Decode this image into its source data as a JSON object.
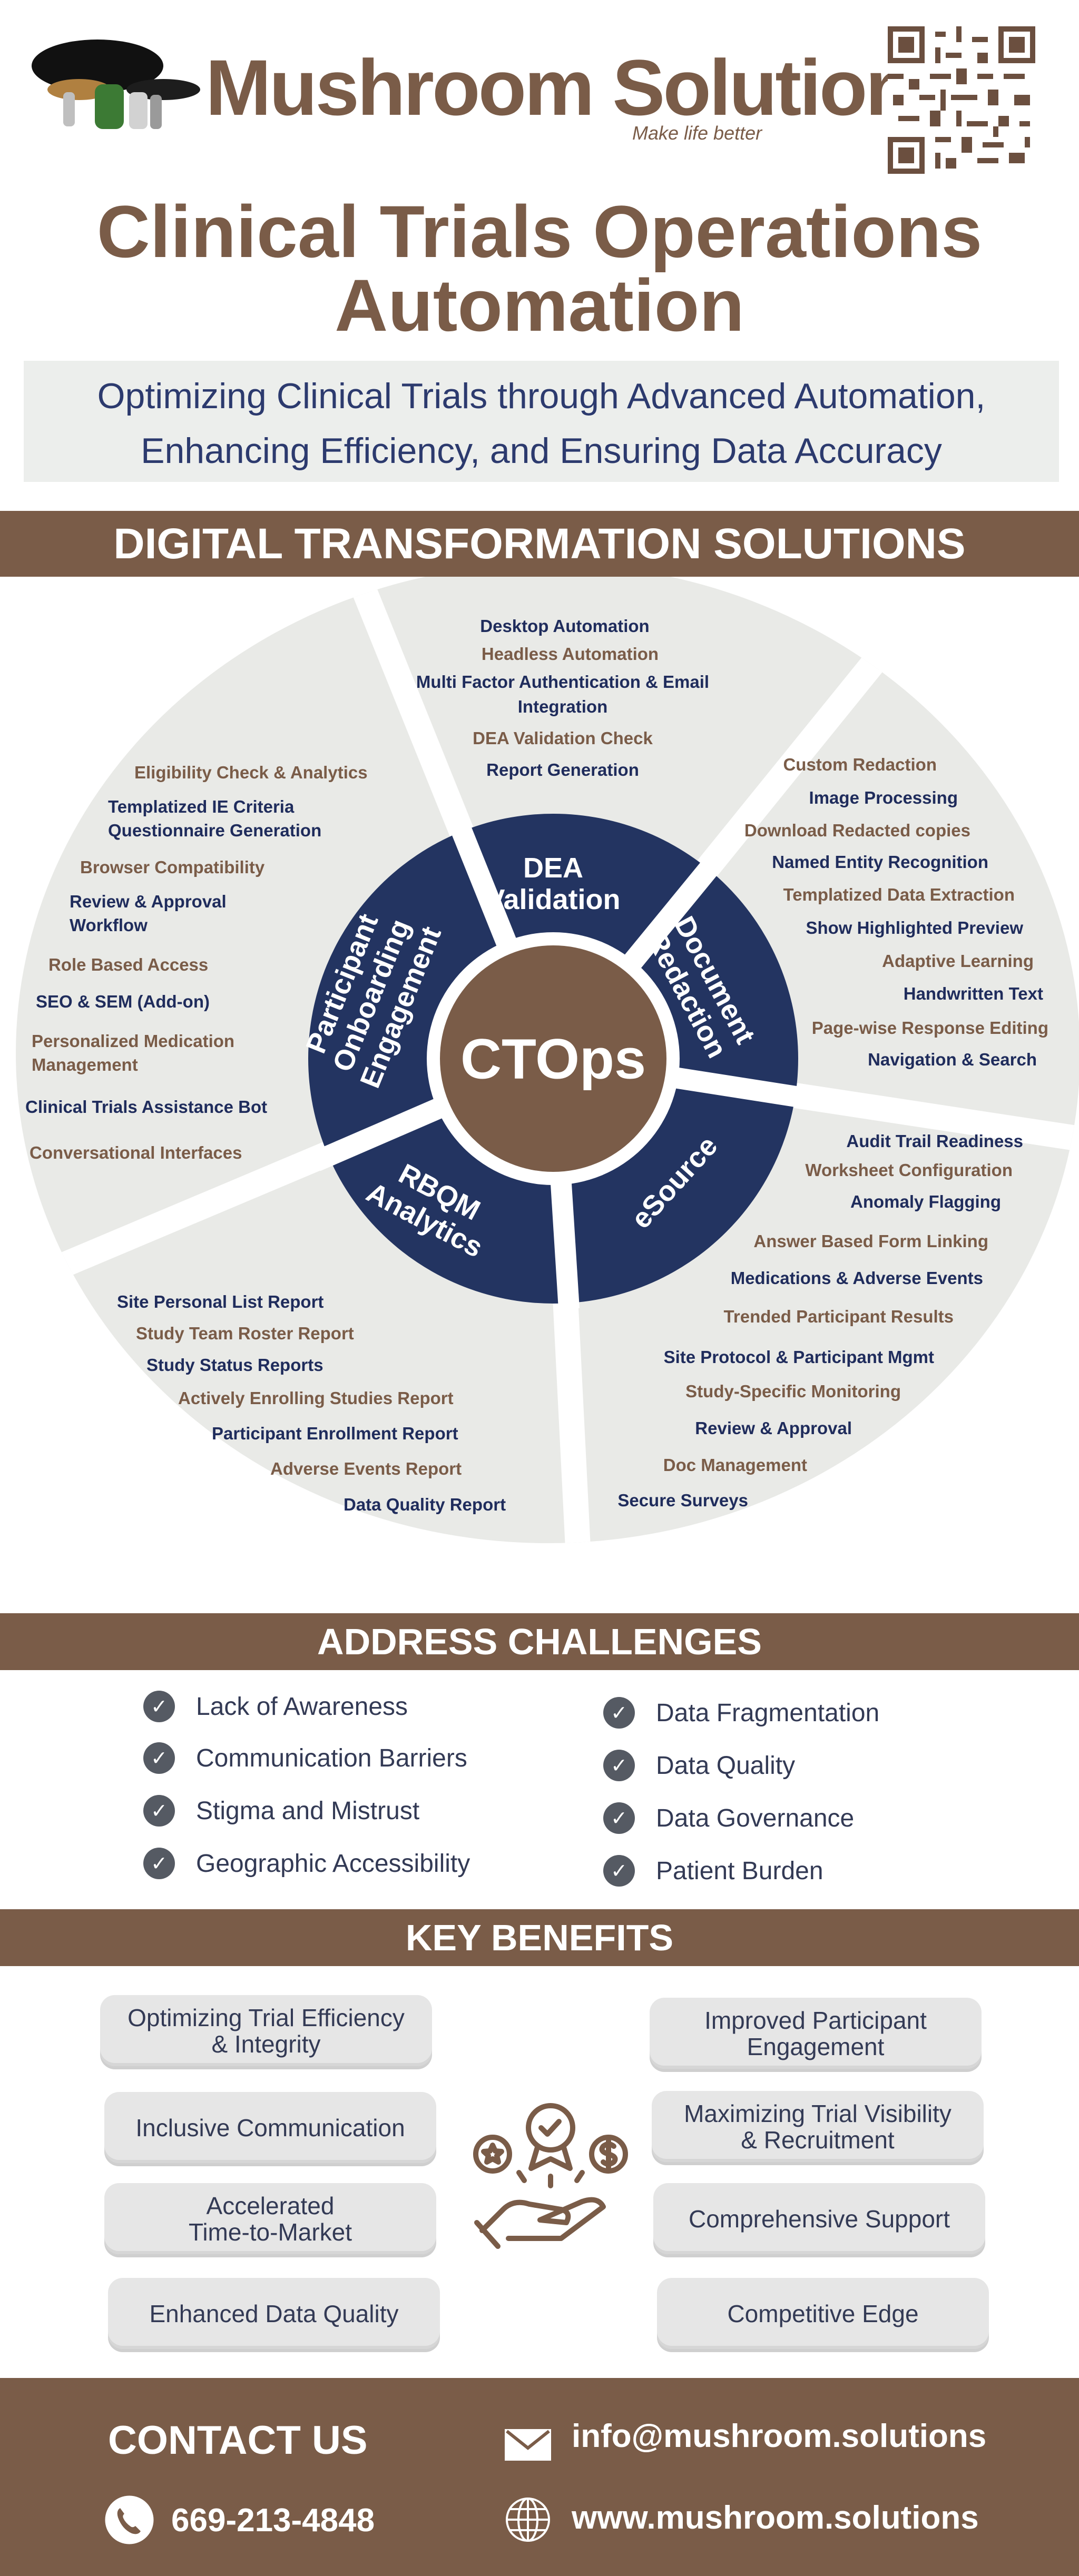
{
  "header": {
    "brand": "Mushroom Solutions",
    "tagline": "Make life better",
    "logo_icon": "mushroom-logo",
    "qr_icon": "qr-code"
  },
  "title": "Clinical Trials Operations Automation",
  "subtitle_lines": [
    "Optimizing Clinical Trials through Advanced Automation,",
    "Enhancing Efficiency, and Ensuring Data Accuracy"
  ],
  "sections": {
    "dts": "DIGITAL TRANSFORMATION SOLUTIONS",
    "challenges": "ADDRESS CHALLENGES",
    "benefits": "KEY BENEFITS"
  },
  "wheel": {
    "center": "CTOps",
    "segments": {
      "dea": [
        "DEA",
        "Validation"
      ],
      "document": [
        "Document",
        "Redaction"
      ],
      "esource": [
        "eSource"
      ],
      "rbqm": [
        "RBQM",
        "Analytics"
      ],
      "participant": [
        "Participant",
        "Onboarding",
        "Engagement"
      ]
    },
    "dea_items": [
      "Desktop Automation",
      "Headless Automation",
      "Multi Factor Authentication & Email",
      "Integration",
      "DEA Validation Check",
      "Report Generation"
    ],
    "document_items": [
      "Custom Redaction",
      "Image Processing",
      "Download Redacted copies",
      "Named Entity Recognition",
      "Templatized Data Extraction",
      "Show Highlighted Preview",
      "Adaptive  Learning",
      "Handwritten Text",
      "Page-wise Response Editing",
      "Navigation & Search"
    ],
    "esource_items": [
      "Audit Trail Readiness",
      "Worksheet Configuration",
      "Anomaly Flagging",
      "Answer Based Form Linking",
      "Medications & Adverse Events",
      "Trended Participant Results",
      "Site Protocol & Participant Mgmt",
      "Study-Specific Monitoring",
      "Review & Approval",
      "Doc Management",
      "Secure Surveys"
    ],
    "rbqm_items": [
      "Site Personal List Report",
      "Study Team Roster Report",
      "Study Status Reports",
      "Actively Enrolling Studies Report",
      "Participant Enrollment Report",
      "Adverse Events Report",
      "Data Quality Report"
    ],
    "participant_items": [
      "Eligibility Check & Analytics",
      "Templatized IE Criteria",
      "Questionnaire Generation",
      "Browser Compatibility",
      "Review & Approval",
      "Workflow",
      "Role Based Access",
      "SEO & SEM (Add-on)",
      "Personalized Medication",
      "Management",
      "Clinical Trials Assistance Bot",
      "Conversational Interfaces"
    ]
  },
  "challenges": {
    "left": [
      "Lack of Awareness",
      "Communication Barriers",
      "Stigma and Mistrust",
      "Geographic Accessibility"
    ],
    "right": [
      "Data Fragmentation",
      "Data Quality",
      "Data Governance",
      "Patient Burden"
    ]
  },
  "benefits": {
    "left": [
      "Optimizing Trial Efficiency\n& Integrity",
      "Inclusive Communication",
      "Accelerated\nTime-to-Market",
      "Enhanced Data Quality"
    ],
    "right": [
      "Improved Participant\nEngagement",
      "Maximizing Trial Visibility\n& Recruitment",
      "Comprehensive Support",
      "Competitive Edge"
    ],
    "center_icon": "benefits-hand-icon"
  },
  "contact": {
    "title": "CONTACT US",
    "email": "info@mushroom.solutions",
    "phone": "669-213-4848",
    "website": "www.mushroom.solutions"
  },
  "colors": {
    "brown": "#7a5c48",
    "navy": "#233461",
    "light_gray": "#e9eae7"
  }
}
